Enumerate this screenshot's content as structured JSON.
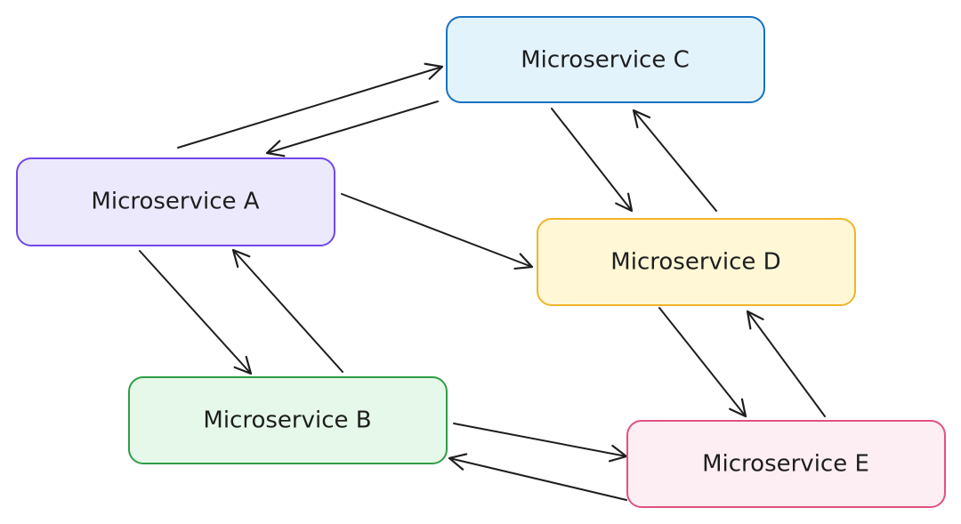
{
  "nodes": [
    {
      "id": "c",
      "label": "Microservice C",
      "fill": "#e3f3fc",
      "stroke": "#1971c2"
    },
    {
      "id": "a",
      "label": "Microservice A",
      "fill": "#ede9fd",
      "stroke": "#7048e8"
    },
    {
      "id": "d",
      "label": "Microservice D",
      "fill": "#fff7d6",
      "stroke": "#f0b429"
    },
    {
      "id": "b",
      "label": "Microservice B",
      "fill": "#e6f8e9",
      "stroke": "#2f9e44"
    },
    {
      "id": "e",
      "label": "Microservice E",
      "fill": "#fdeef3",
      "stroke": "#e0527e"
    }
  ],
  "edges": [
    {
      "from": "a",
      "to": "c"
    },
    {
      "from": "c",
      "to": "a"
    },
    {
      "from": "a",
      "to": "d"
    },
    {
      "from": "c",
      "to": "d"
    },
    {
      "from": "d",
      "to": "c"
    },
    {
      "from": "a",
      "to": "b"
    },
    {
      "from": "b",
      "to": "a"
    },
    {
      "from": "d",
      "to": "e"
    },
    {
      "from": "e",
      "to": "d"
    },
    {
      "from": "b",
      "to": "e"
    },
    {
      "from": "e",
      "to": "b"
    }
  ]
}
